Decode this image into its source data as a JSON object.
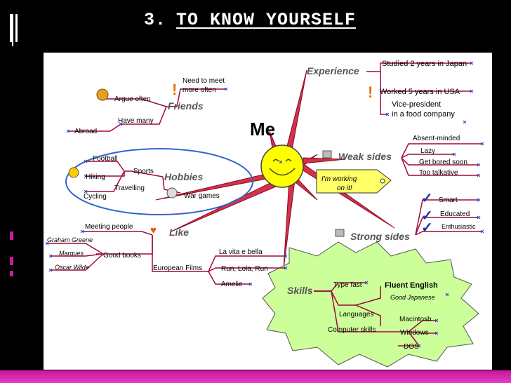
{
  "slide": {
    "number": "3.",
    "title": "TO KNOW YOURSELF"
  },
  "mindmap": {
    "center": "Me",
    "experience": {
      "label": "Experience",
      "items": [
        "Studied 2 years in Japan",
        "Worked 5 years in USA",
        "Vice-president",
        "in a food company"
      ]
    },
    "friends": {
      "label": "Friends",
      "items": [
        "Need to meet",
        "more often",
        "Argue often",
        "Have many",
        "Abroad"
      ]
    },
    "hobbies": {
      "label": "Hobbies",
      "items": [
        "Football",
        "Sports",
        "Hiking",
        "Travelling",
        "Cycling",
        "War games"
      ]
    },
    "weak_sides": {
      "label": "Weak sides",
      "items": [
        "Absent-minded",
        "Lazy",
        "Get bored soon",
        "Too talkative"
      ],
      "tag_line1": "I'm working",
      "tag_line2": "on it!"
    },
    "strong_sides": {
      "label": "Strong sides",
      "items": [
        "Smart",
        "Educated",
        "Enthusiastic"
      ]
    },
    "like": {
      "label": "Like",
      "items": [
        "Meeting people",
        "Graham Greene",
        "Marques",
        "Oscar Wilde",
        "Good books",
        "European Films",
        "La vita e bella",
        "Run, Lola, Run",
        "Amelie"
      ]
    },
    "skills": {
      "label": "Skills",
      "items": [
        "Type fast",
        "Fluent English",
        "Good Japanese",
        "Languages",
        "Macintosh",
        "Computer skills",
        "Windows",
        "DOS"
      ]
    }
  },
  "colors": {
    "background": "#000000",
    "accent_pink": "#c9159b",
    "sun": "#ffff00",
    "burst": "#ccff99",
    "oval": "#3366cc"
  }
}
